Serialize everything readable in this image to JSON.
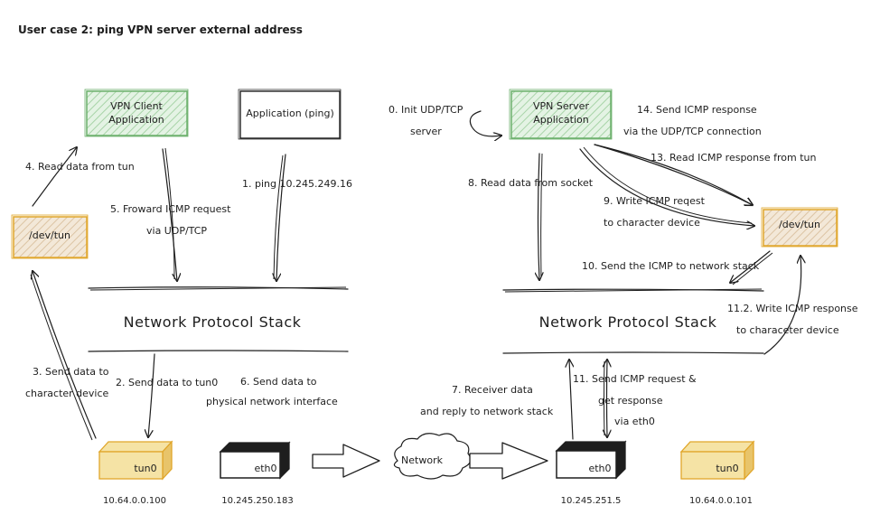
{
  "title": "User case 2: ping VPN server external address",
  "colors": {
    "green_fill": "#d3ebd3",
    "green_stroke": "#6aaf6a",
    "orange_fill": "#eee0cc",
    "orange_stroke": "#e0a62a",
    "tun_fill": "#f5e3a5",
    "eth_top": "#e6e6e6",
    "eth_front": "#1e1e1e"
  },
  "nodes": {
    "vpn_client": [
      "VPN Client",
      "Application"
    ],
    "app_ping": "Application (ping)",
    "dev_tun_left": "/dev/tun",
    "vpn_server": [
      "VPN Server",
      "Application"
    ],
    "dev_tun_right": "/dev/tun",
    "stack_left": "Network Protocol Stack",
    "stack_right": "Network Protocol Stack",
    "tun0_left": "tun0",
    "eth0_left": "eth0",
    "network": "Network",
    "eth0_right": "eth0",
    "tun0_right": "tun0"
  },
  "addresses": {
    "tun0_left": "10.64.0.0.100",
    "eth0_left": "10.245.250.183",
    "eth0_right": "10.245.251.5",
    "tun0_right": "10.64.0.0.101"
  },
  "steps": {
    "s0": [
      "0. Init UDP/TCP",
      "server"
    ],
    "s1": "1. ping 10.245.249.16",
    "s2": "2. Send data to tun0",
    "s3": [
      "3. Send data to",
      "character device"
    ],
    "s4": "4. Read data from tun",
    "s5": [
      "5. Froward ICMP request",
      "via UDP/TCP"
    ],
    "s6": [
      "6. Send data to",
      "physical network interface"
    ],
    "s7": [
      "7. Receiver data",
      "and reply to network stack"
    ],
    "s8": "8. Read data from socket",
    "s9": [
      "9. Write ICMP reqest",
      "to character device"
    ],
    "s10": "10. Send the ICMP to network stack",
    "s11": [
      "11. Send ICMP request &",
      "get response",
      "via eth0"
    ],
    "s12": [
      "11.2. Write ICMP response",
      "to characeter device"
    ],
    "s13": "13. Read ICMP response from tun",
    "s14": [
      "14. Send ICMP response",
      "via the UDP/TCP connection"
    ]
  }
}
